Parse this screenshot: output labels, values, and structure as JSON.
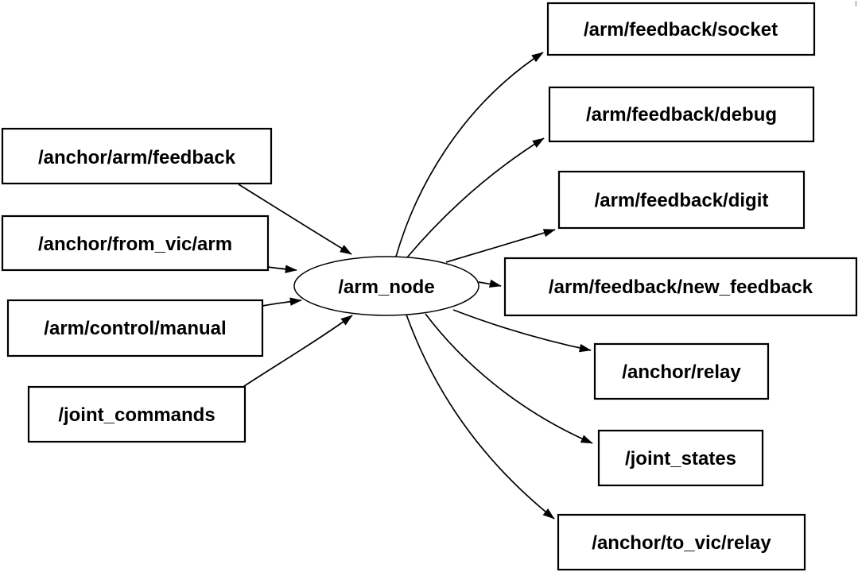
{
  "diagram": {
    "background_color": "#ffffff",
    "stroke_color": "#000000",
    "node_fill_color": "#ffffff",
    "center_node": {
      "label": "/arm_node",
      "shape": "ellipse"
    },
    "inputs": [
      {
        "label": "/anchor/arm/feedback"
      },
      {
        "label": "/anchor/from_vic/arm"
      },
      {
        "label": "/arm/control/manual"
      },
      {
        "label": "/joint_commands"
      }
    ],
    "outputs": [
      {
        "label": "/arm/feedback/socket"
      },
      {
        "label": "/arm/feedback/debug"
      },
      {
        "label": "/arm/feedback/digit"
      },
      {
        "label": "/arm/feedback/new_feedback"
      },
      {
        "label": "/anchor/relay"
      },
      {
        "label": "/joint_states"
      },
      {
        "label": "/anchor/to_vic/relay"
      }
    ],
    "edges": [
      {
        "from": "/anchor/arm/feedback",
        "to": "/arm_node"
      },
      {
        "from": "/anchor/from_vic/arm",
        "to": "/arm_node"
      },
      {
        "from": "/arm/control/manual",
        "to": "/arm_node"
      },
      {
        "from": "/joint_commands",
        "to": "/arm_node"
      },
      {
        "from": "/arm_node",
        "to": "/arm/feedback/socket"
      },
      {
        "from": "/arm_node",
        "to": "/arm/feedback/debug"
      },
      {
        "from": "/arm_node",
        "to": "/arm/feedback/digit"
      },
      {
        "from": "/arm_node",
        "to": "/arm/feedback/new_feedback"
      },
      {
        "from": "/arm_node",
        "to": "/anchor/relay"
      },
      {
        "from": "/arm_node",
        "to": "/joint_states"
      },
      {
        "from": "/arm_node",
        "to": "/anchor/to_vic/relay"
      }
    ]
  }
}
